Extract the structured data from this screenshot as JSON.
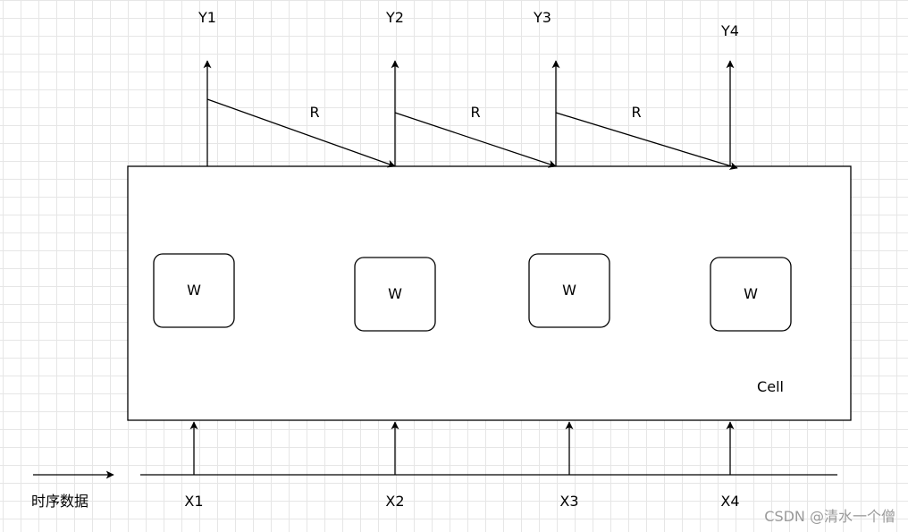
{
  "outputs": {
    "y1": "Y1",
    "y2": "Y2",
    "y3": "Y3",
    "y4": "Y4"
  },
  "inputs": {
    "x1": "X1",
    "x2": "X2",
    "x3": "X3",
    "x4": "X4"
  },
  "recurrence": {
    "r1": "R",
    "r2": "R",
    "r3": "R"
  },
  "weights": {
    "w1": "W",
    "w2": "W",
    "w3": "W",
    "w4": "W"
  },
  "cell_label": "Cell",
  "timeline_label": "时序数据",
  "watermark": "CSDN @清水一个僧"
}
